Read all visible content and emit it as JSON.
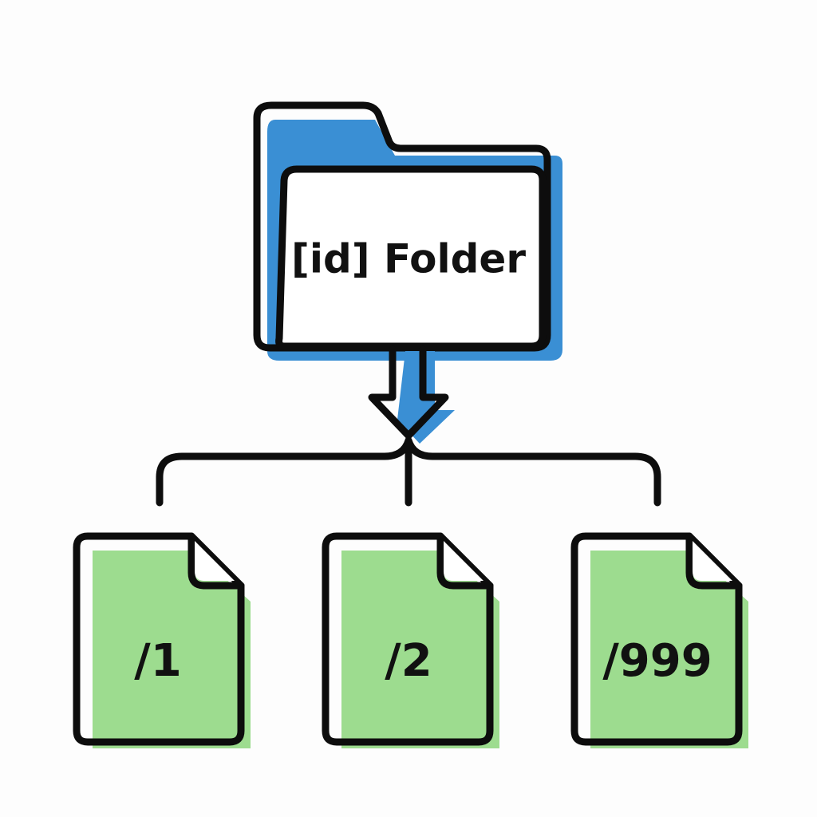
{
  "diagram": {
    "root": {
      "label": "[id] Folder",
      "accent_color": "#3a8fd4"
    },
    "children": [
      {
        "label": "/1"
      },
      {
        "label": "/2"
      },
      {
        "label": "/999"
      }
    ],
    "child_accent_color": "#9ddc8f",
    "stroke_color": "#0d0d0d",
    "background_color": "#fdfdfd"
  }
}
